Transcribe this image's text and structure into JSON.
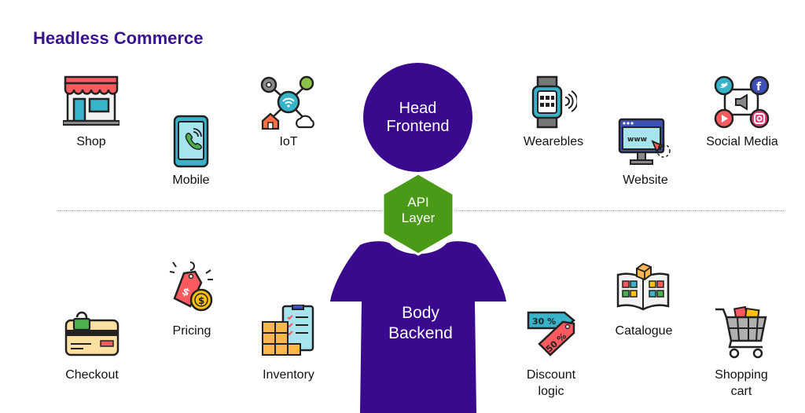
{
  "title": "Headless Commerce",
  "head": {
    "line1": "Head",
    "line2": "Frontend"
  },
  "api": {
    "line1": "API",
    "line2": "Layer"
  },
  "body": {
    "line1": "Body",
    "line2": "Backend"
  },
  "frontend_items": [
    {
      "label": "Shop",
      "icon": "shop-icon"
    },
    {
      "label": "Mobile",
      "icon": "mobile-icon"
    },
    {
      "label": "IoT",
      "icon": "iot-icon"
    },
    {
      "label": "Wearebles",
      "icon": "wearables-icon"
    },
    {
      "label": "Website",
      "icon": "website-icon"
    },
    {
      "label": "Social Media",
      "icon": "social-media-icon"
    }
  ],
  "backend_items": [
    {
      "label": "Checkout",
      "icon": "checkout-icon"
    },
    {
      "label": "Pricing",
      "icon": "pricing-icon"
    },
    {
      "label": "Inventory",
      "icon": "inventory-icon"
    },
    {
      "label": "Discount logic",
      "line1": "Discount",
      "line2": "logic",
      "icon": "discount-icon"
    },
    {
      "label": "Catalogue",
      "icon": "catalogue-icon"
    },
    {
      "label": "Shopping cart",
      "line1": "Shopping",
      "line2": "cart",
      "icon": "shopping-cart-icon"
    }
  ],
  "discount_tags": {
    "top": "30 %",
    "bottom": "50 %"
  },
  "colors": {
    "purple": "#3a0a8e",
    "green": "#4a9a18",
    "title": "#3a1490"
  }
}
